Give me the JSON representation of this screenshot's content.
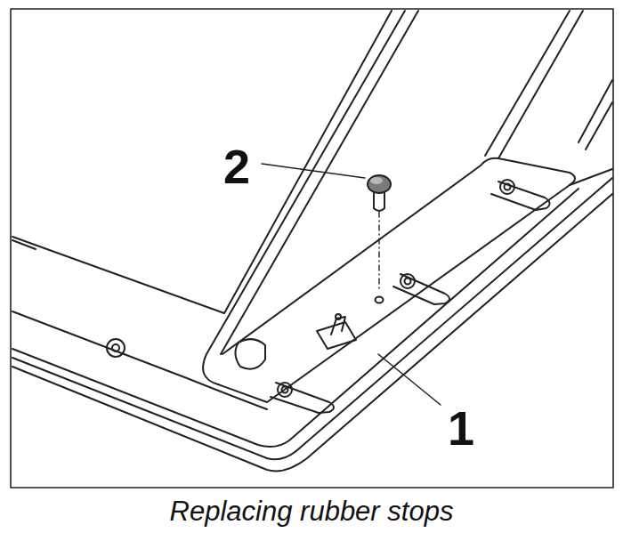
{
  "diagram": {
    "caption": "Replacing rubber stops",
    "labels": [
      "2",
      "1"
    ]
  }
}
